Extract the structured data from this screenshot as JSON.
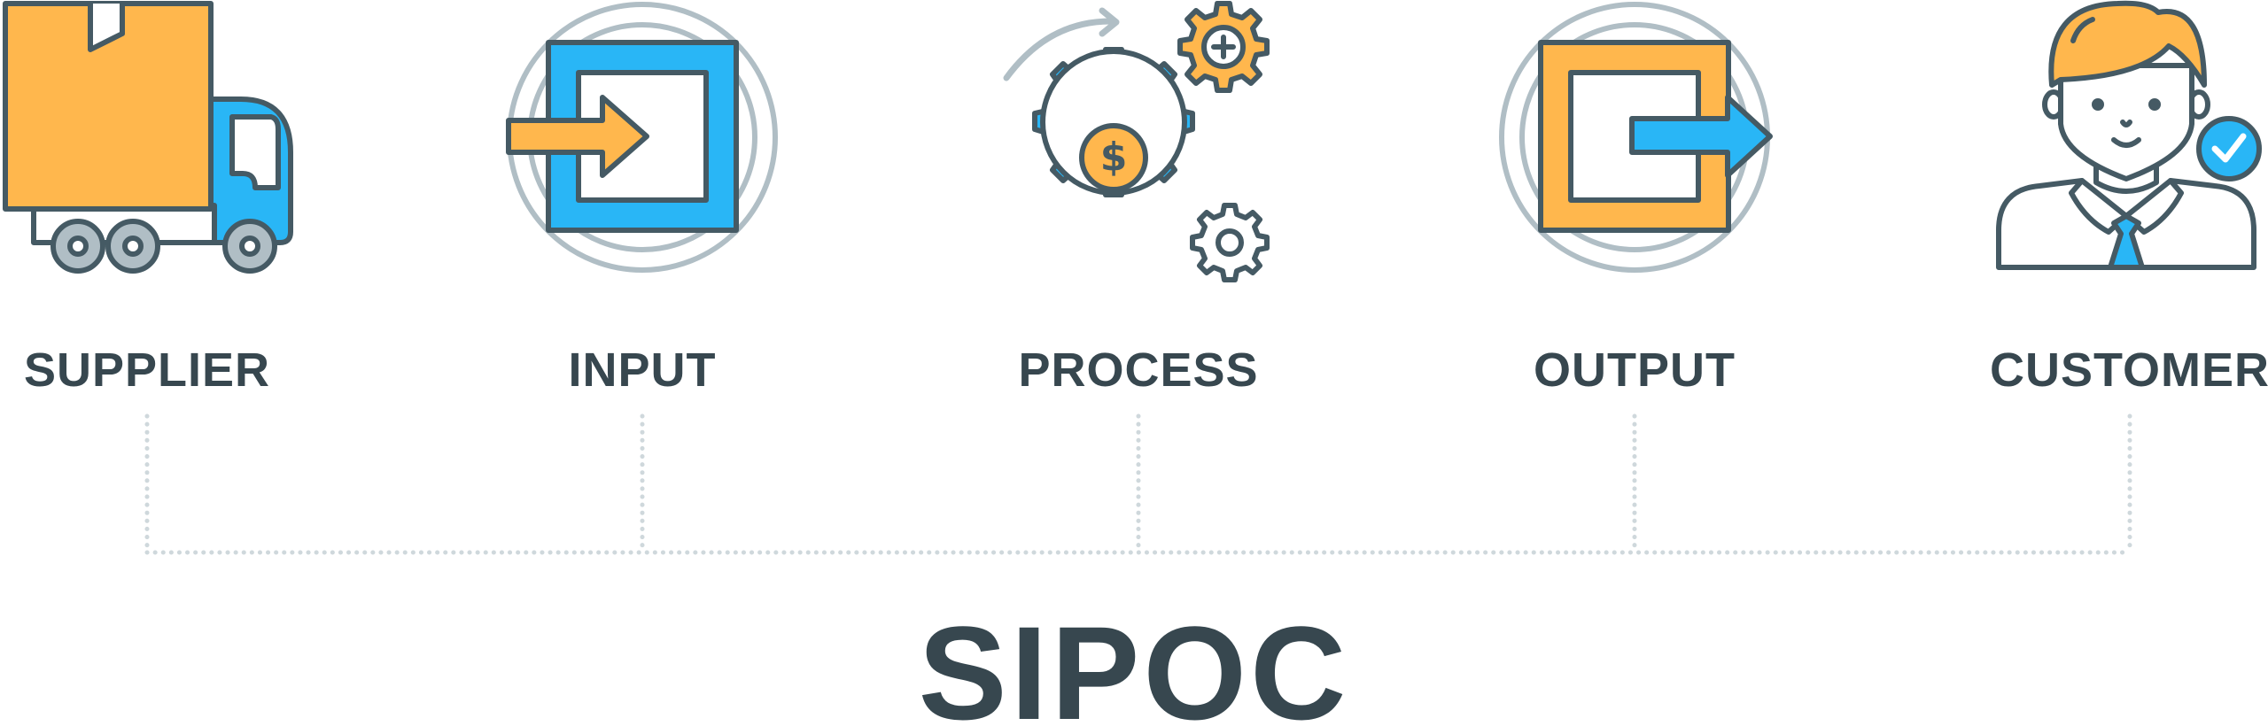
{
  "diagram": {
    "title": "SIPOC",
    "steps": [
      {
        "label": "SUPPLIER",
        "icon": "truck-icon"
      },
      {
        "label": "INPUT",
        "icon": "input-arrow-icon"
      },
      {
        "label": "PROCESS",
        "icon": "gears-icon"
      },
      {
        "label": "OUTPUT",
        "icon": "output-arrow-icon"
      },
      {
        "label": "CUSTOMER",
        "icon": "customer-icon"
      }
    ]
  },
  "colors": {
    "outline": "#455a64",
    "orange": "#ffb74d",
    "blue": "#29b6f6",
    "gray_ring": "#b0bec5",
    "connector": "#cfd8dc",
    "text": "#37474f"
  }
}
